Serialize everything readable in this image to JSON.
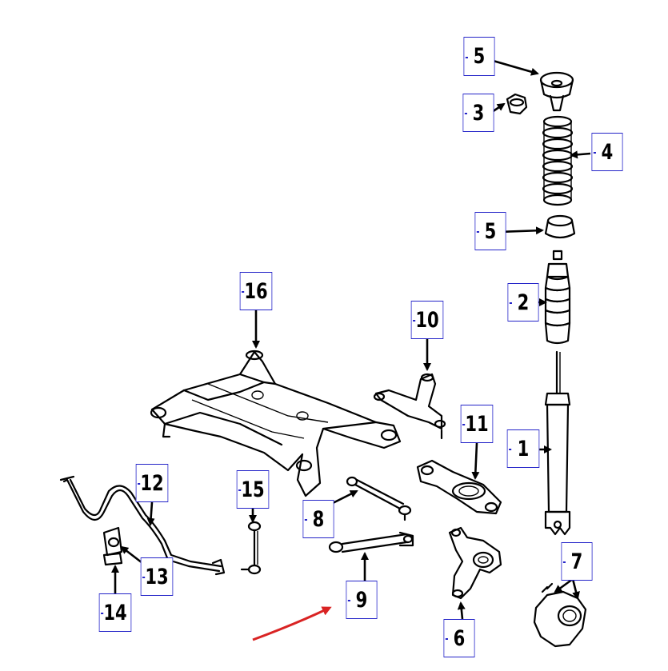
{
  "diagram": {
    "callouts": [
      {
        "id": "c5a",
        "label": "5"
      },
      {
        "id": "c3",
        "label": "3"
      },
      {
        "id": "c4",
        "label": "4"
      },
      {
        "id": "c5b",
        "label": "5"
      },
      {
        "id": "c2",
        "label": "2"
      },
      {
        "id": "c16",
        "label": "16"
      },
      {
        "id": "c10",
        "label": "10"
      },
      {
        "id": "c11",
        "label": "11"
      },
      {
        "id": "c1",
        "label": "1"
      },
      {
        "id": "c12",
        "label": "12"
      },
      {
        "id": "c15",
        "label": "15"
      },
      {
        "id": "c8",
        "label": "8"
      },
      {
        "id": "c13",
        "label": "13"
      },
      {
        "id": "c7",
        "label": "7"
      },
      {
        "id": "c9",
        "label": "9"
      },
      {
        "id": "c14",
        "label": "14"
      },
      {
        "id": "c6",
        "label": "6"
      }
    ],
    "colors": {
      "callout_border": "#2323c8",
      "annotation_arrow": "#d92323",
      "line_art": "#000000"
    }
  }
}
